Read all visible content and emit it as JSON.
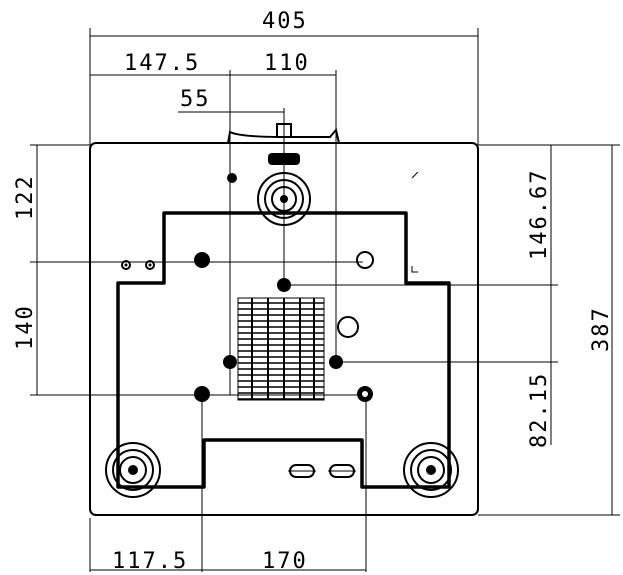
{
  "diagram": {
    "units_shown": "",
    "dimensions": {
      "overall_width": "405",
      "left_to_center": "147.5",
      "center_to_right_hole": "110",
      "center_offset": "55",
      "left_to_foot_hole": "117.5",
      "foot_hole_spacing": "170",
      "top_to_upper_holes": "122",
      "upper_to_lower_holes": "140",
      "top_to_center_hole": "146.67",
      "center_to_bottom_hole": "82.15",
      "overall_height": "387"
    }
  }
}
